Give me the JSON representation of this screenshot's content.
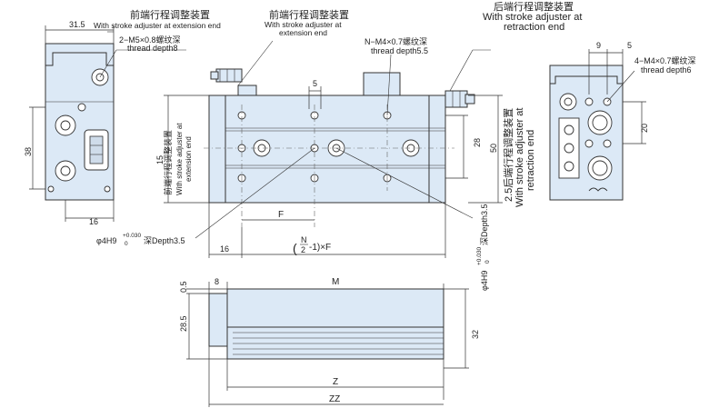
{
  "callouts": {
    "ext_adjuster_left_cn": "前端行程调整装置",
    "ext_adjuster_left_en": "With stroke adjuster at extension end",
    "ext_adjuster_mid_cn": "前端行程调整装置",
    "ext_adjuster_mid_en1": "With stroke adjuster at",
    "ext_adjuster_mid_en2": "extension end",
    "ret_adjuster_cn": "后端行程调整装置",
    "ret_adjuster_en1": "With stroke adjuster at",
    "ret_adjuster_en2": "retraction end",
    "side_ext_cn": "前端行程调整装置",
    "side_ext_en1": "With stroke adjuster at",
    "side_ext_en2": "extension end",
    "side_ret_cn": "2.5后端行程调整装置",
    "side_ret_en1": "With stroke adjuster at",
    "side_ret_en2": "retraction end",
    "thread_m5_cn": "2−M5×0.8螺纹深",
    "thread_m5_en": "thread depth8",
    "thread_nm4_cn": "N−M4×0.7螺纹深",
    "thread_nm4_en": "thread depth5.5",
    "thread_m4_cn": "4−M4×0.7螺纹深",
    "thread_m4_en": "thread depth6",
    "pin_hole_left": "φ4H9",
    "pin_hole_left_depth": "深Depth3.5",
    "pin_hole_right": "φ4H9",
    "pin_hole_right_depth": "深Depth3.5",
    "tol_upper": "+0.030",
    "tol_lower": "0"
  },
  "dimensions": {
    "d31_5": "31.5",
    "d38": "38",
    "d16_end": "16",
    "d15": "15",
    "d5_top": "5",
    "d28": "28",
    "d50": "50",
    "dF": "F",
    "d16_bottom": "16",
    "formula_n": "N",
    "formula_2": "2",
    "formula_tail": "-1)×F",
    "formula_open": "(",
    "d9": "9",
    "d5_right": "5",
    "d20": "20",
    "d0_5": "0.5",
    "d8": "8",
    "dM": "M",
    "d28_5": "28.5",
    "d32": "32",
    "dZ": "Z",
    "dZZ": "ZZ"
  }
}
